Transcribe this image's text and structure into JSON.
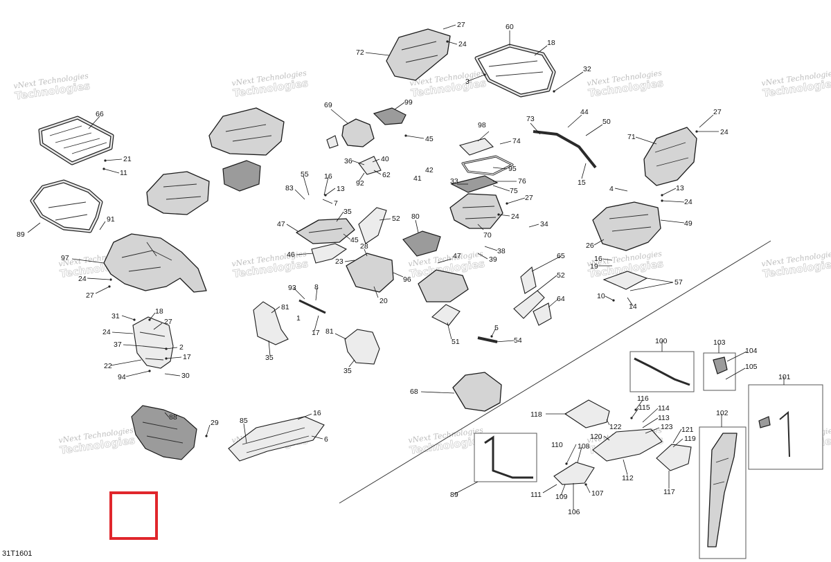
{
  "diagram_code": "31T1601",
  "watermark": {
    "line1": "vNext Technologies",
    "line2": "Technologies"
  },
  "highlight_color": "#e0262c",
  "callouts": [
    "1",
    "2",
    "3",
    "4",
    "5",
    "6",
    "7",
    "8",
    "10",
    "11",
    "13",
    "14",
    "15",
    "16",
    "17",
    "18",
    "19",
    "20",
    "21",
    "22",
    "23",
    "24",
    "26",
    "27",
    "28",
    "29",
    "30",
    "31",
    "32",
    "33",
    "34",
    "35",
    "36",
    "37",
    "38",
    "39",
    "40",
    "41",
    "42",
    "44",
    "45",
    "46",
    "47",
    "49",
    "50",
    "51",
    "52",
    "54",
    "55",
    "57",
    "60",
    "62",
    "64",
    "65",
    "66",
    "68",
    "69",
    "70",
    "71",
    "72",
    "73",
    "74",
    "75",
    "76",
    "80",
    "81",
    "83",
    "85",
    "88",
    "89",
    "91",
    "92",
    "93",
    "94",
    "95",
    "96",
    "97",
    "98",
    "99",
    "100",
    "101",
    "102",
    "103",
    "104",
    "105",
    "106",
    "107",
    "108",
    "109",
    "110",
    "111",
    "112",
    "113",
    "114",
    "115",
    "116",
    "117",
    "118",
    "119",
    "120",
    "121",
    "122",
    "123"
  ]
}
